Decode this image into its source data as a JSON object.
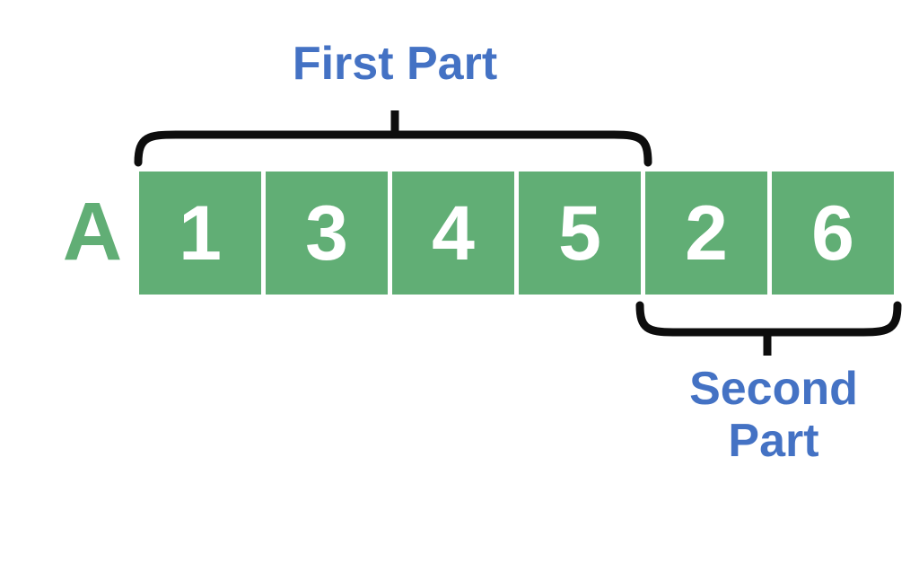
{
  "diagram": {
    "title_first_part": "First Part",
    "title_second_part": "Second\nPart",
    "array_label": "A",
    "colors": {
      "cell_fill": "#61ae75",
      "cell_text": "#ffffff",
      "label_blue": "#4472c4",
      "brace_black": "#0d0d0d",
      "background": "#ffffff"
    },
    "cells": [
      {
        "value": "1",
        "group": "first"
      },
      {
        "value": "3",
        "group": "first"
      },
      {
        "value": "4",
        "group": "first"
      },
      {
        "value": "5",
        "group": "first"
      },
      {
        "value": "2",
        "group": "second"
      },
      {
        "value": "6",
        "group": "second"
      }
    ],
    "groups": {
      "first": {
        "label": "First Part",
        "count": 4,
        "brace_position": "top"
      },
      "second": {
        "label": "Second Part",
        "count": 2,
        "brace_position": "bottom"
      }
    }
  }
}
